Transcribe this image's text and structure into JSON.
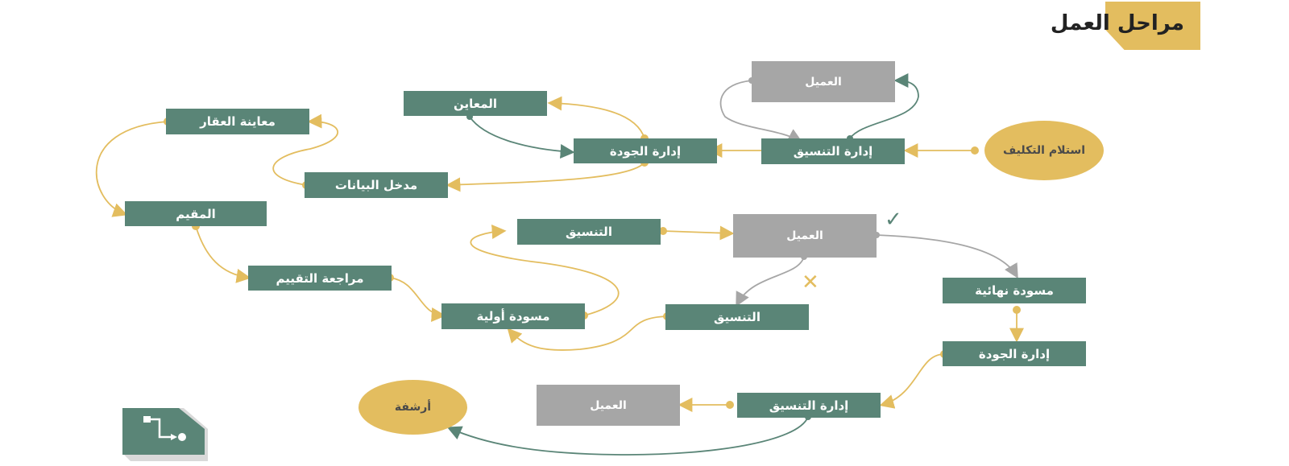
{
  "title": "مراحل العمل",
  "nodes": {
    "receive": "استلام التكليف",
    "coord_top": "إدارة التنسيق",
    "client_top": "العميل",
    "quality_top": "إدارة الجودة",
    "inspector": "المعاين",
    "data_entry": "مدخل البيانات",
    "property_insp": "معاينة العقار",
    "appraiser": "المقيم",
    "review": "مراجعة التقييم",
    "draft": "مسودة أولية",
    "coord_mid1": "التنسيق",
    "client_mid": "العميل",
    "coord_mid2": "التنسيق",
    "final_draft": "مسودة نهائية",
    "quality_bottom": "إدارة الجودة",
    "coord_bottom": "إدارة التنسيق",
    "client_bottom": "العميل",
    "archive": "أرشفة"
  },
  "marks": {
    "approve": "✓",
    "reject": "✕"
  },
  "colors": {
    "green": "#5a8577",
    "gold": "#e3bd5f",
    "gray": "#a6a6a6"
  },
  "icons": [
    "flow-icon",
    "check-icon",
    "cross-icon"
  ]
}
